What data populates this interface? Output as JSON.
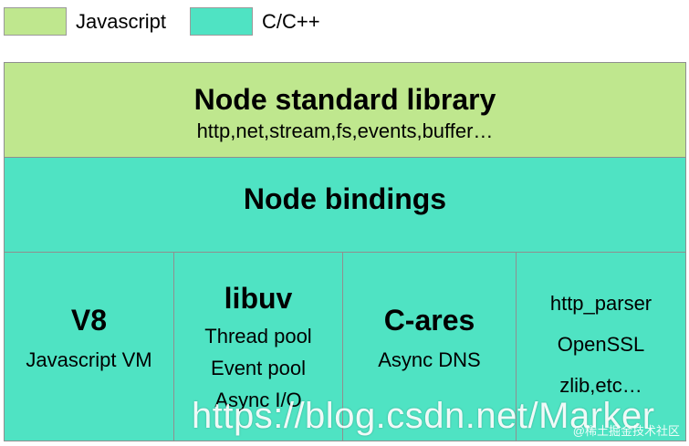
{
  "colors": {
    "javascript": "#bfe78e",
    "cpp": "#4fe3c3"
  },
  "legend": [
    {
      "label": "Javascript",
      "color": "#bfe78e"
    },
    {
      "label": "C/C++",
      "color": "#4fe3c3"
    }
  ],
  "library": {
    "title": "Node standard library",
    "subtitle": "http,net,stream,fs,events,buffer…"
  },
  "bindings": {
    "title": "Node bindings"
  },
  "deps": [
    {
      "title": "V8",
      "lines": [
        "Javascript VM"
      ]
    },
    {
      "title": "libuv",
      "lines": [
        "Thread pool",
        "Event pool",
        "Async I/O"
      ]
    },
    {
      "title": "C-ares",
      "lines": [
        "Async DNS"
      ]
    },
    {
      "title": "",
      "lines": [
        "http_parser",
        "OpenSSL",
        "zlib,etc…"
      ]
    }
  ],
  "watermark": {
    "main": "https://blog.csdn.net/Marker",
    "small": "@稀土掘金技术社区"
  }
}
